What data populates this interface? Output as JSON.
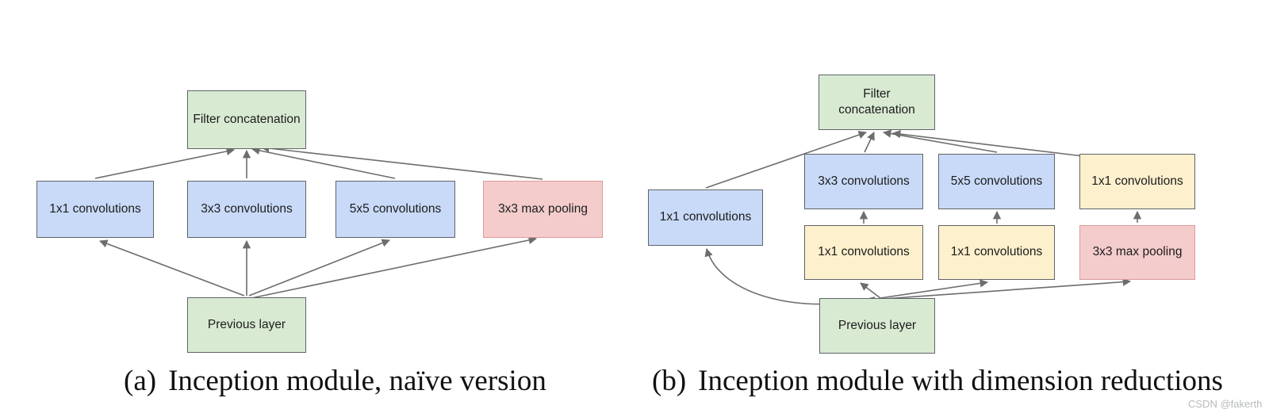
{
  "figure": {
    "background": "#ffffff",
    "watermark": {
      "text": "CSDN @fakerth",
      "color": "#b7babd"
    }
  },
  "palette": {
    "green_fill": "#d9ead3",
    "blue_fill": "#c9daf8",
    "yellow_fill": "#fdf0cd",
    "pink_fill": "#f4cccc",
    "box_border_gray": "#5f6368",
    "box_border_red": "#dd9a9a",
    "arrow_gray": "#6d6d6d",
    "caption_color": "#111111"
  },
  "diagram_a": {
    "caption": {
      "tag": "(a)",
      "text": "Inception module, naïve version"
    },
    "nodes": {
      "filter_concat": {
        "label": "Filter concatenation",
        "color": "green"
      },
      "conv1": {
        "label": "1x1 convolutions",
        "color": "blue"
      },
      "conv3": {
        "label": "3x3 convolutions",
        "color": "blue"
      },
      "conv5": {
        "label": "5x5 convolutions",
        "color": "blue"
      },
      "maxpool": {
        "label": "3x3 max pooling",
        "color": "pink"
      },
      "previous": {
        "label": "Previous layer",
        "color": "green"
      }
    }
  },
  "diagram_b": {
    "caption": {
      "tag": "(b)",
      "text": "Inception module with dimension reductions"
    },
    "nodes": {
      "filter_concat": {
        "label": "Filter concatenation",
        "color": "green"
      },
      "conv1_branch": {
        "label": "1x1 convolutions",
        "color": "blue"
      },
      "conv3": {
        "label": "3x3 convolutions",
        "color": "blue"
      },
      "conv5": {
        "label": "5x5 convolutions",
        "color": "blue"
      },
      "conv1_proj": {
        "label": "1x1 convolutions",
        "color": "yellow"
      },
      "reduce3": {
        "label": "1x1 convolutions",
        "color": "yellow"
      },
      "reduce5": {
        "label": "1x1 convolutions",
        "color": "yellow"
      },
      "maxpool": {
        "label": "3x3 max pooling",
        "color": "pink"
      },
      "previous": {
        "label": "Previous layer",
        "color": "green"
      }
    }
  }
}
